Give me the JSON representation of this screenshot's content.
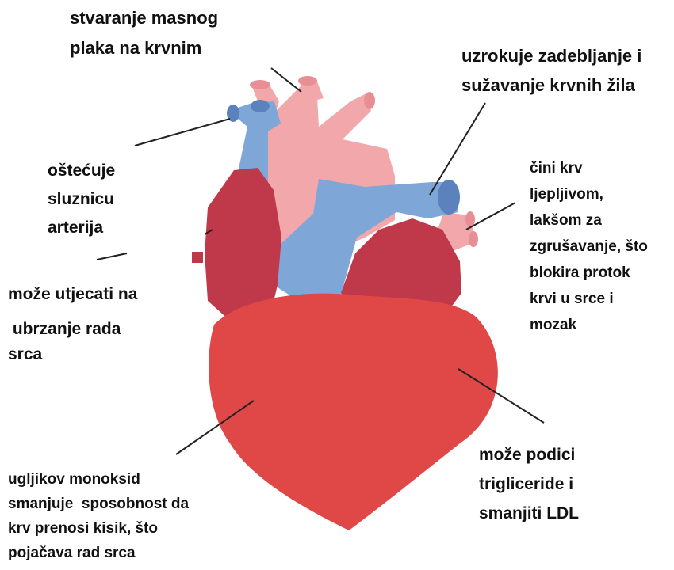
{
  "labels": {
    "plaque": [
      "stvaranje masnog",
      "plaka na krvnim"
    ],
    "narrowing": [
      "uzrokuje zadebljanje i",
      "sužavanje krvnih žila"
    ],
    "sticky_blood": [
      "čini krv",
      "ljepljivom,",
      "lakšom za",
      "zgrušavanje, što",
      "blokira protok",
      "krvi u srce i",
      "mozak"
    ],
    "artery_damage": [
      "oštećuje",
      "sluznicu",
      "arterija"
    ],
    "heart_rate": [
      "može utjecati na",
      " ubrzanje rada",
      "srca"
    ],
    "carbon_monoxide": [
      "ugljikov monoksid",
      "smanjuje  sposobnost da",
      "krv prenosi kisik, što",
      "pojačava rad srca"
    ],
    "triglycerides": [
      "može podici",
      "trigliceride i",
      "smanjiti LDL"
    ]
  },
  "colors": {
    "aorta_pink": "#f2a7aa",
    "aorta_pink_dark": "#e88f95",
    "vein_blue": "#7ea7d8",
    "vein_blue_dark": "#5b82bd",
    "atrium_red": "#c0394a",
    "ventricle_red": "#e04848",
    "line": "#222222",
    "text": "#111111"
  }
}
